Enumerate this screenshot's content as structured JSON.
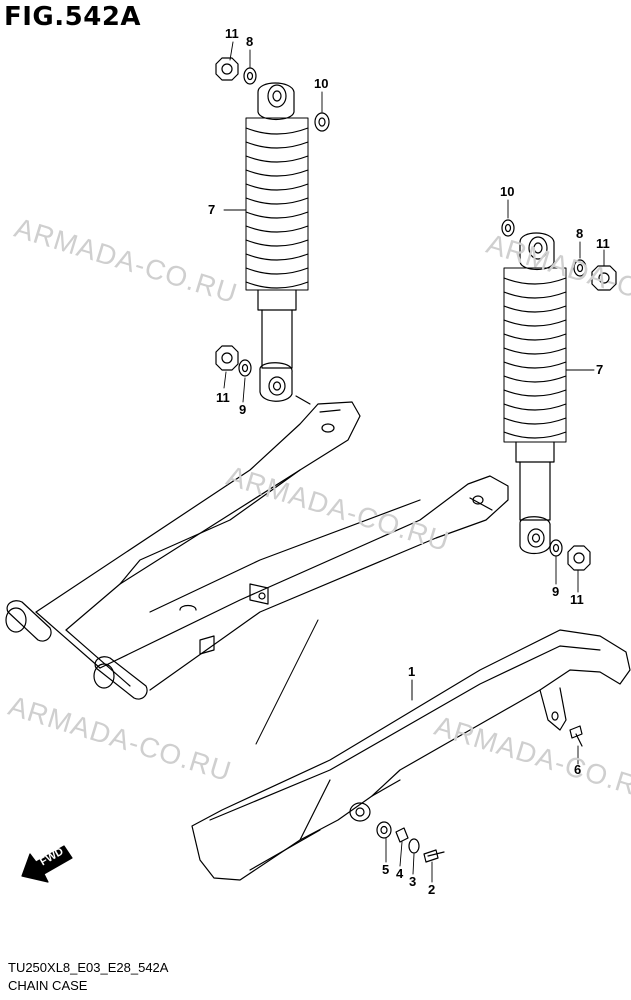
{
  "figure": {
    "title": "FIG.542A",
    "code": "TU250XL8_E03_E28_542A",
    "subtitle": "CHAIN CASE"
  },
  "watermark": {
    "text": "ARMADA-CO.RU"
  },
  "fwd_arrow": {
    "label": "FWD"
  },
  "callouts": {
    "left_11_top": "11",
    "left_8_top": "8",
    "left_10": "10",
    "left_7": "7",
    "left_11_bottom": "11",
    "left_9": "9",
    "right_10": "10",
    "right_8": "8",
    "right_11_top": "11",
    "right_7": "7",
    "right_9": "9",
    "right_11_bottom": "11",
    "chain_case_1": "1",
    "bolt_6": "6",
    "bush_5": "5",
    "collar_4": "4",
    "washer_3": "3",
    "bolt_2": "2"
  },
  "colors": {
    "line": "#000000",
    "watermark": "#cfcfcf",
    "background": "#ffffff"
  }
}
